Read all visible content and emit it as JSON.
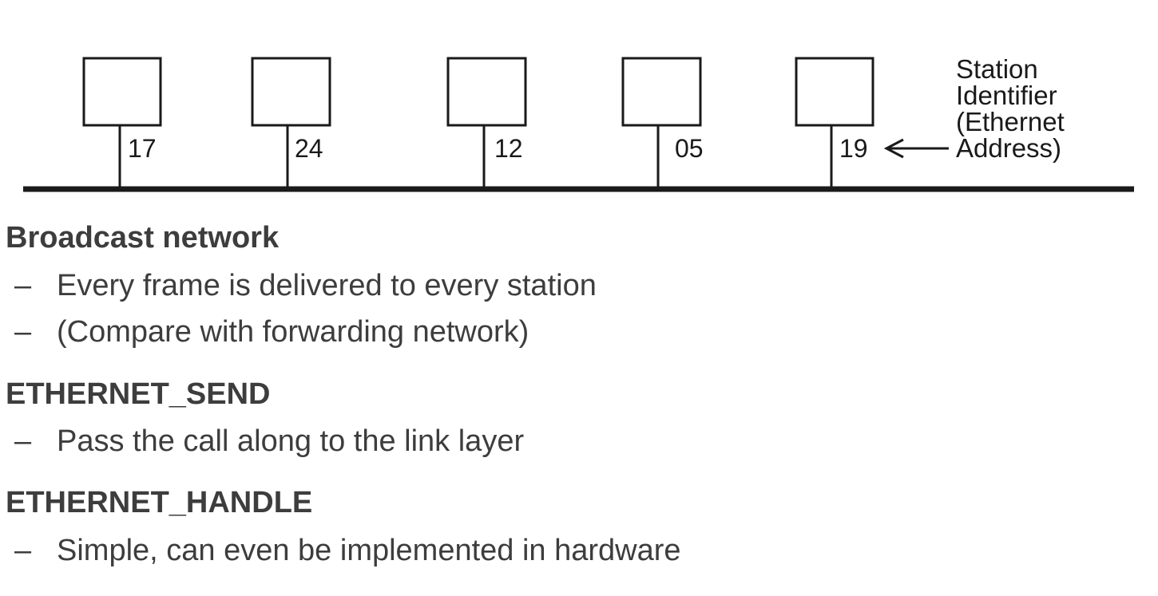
{
  "diagram": {
    "stations": [
      {
        "id": "17"
      },
      {
        "id": "24"
      },
      {
        "id": "12"
      },
      {
        "id": "05"
      },
      {
        "id": "19"
      }
    ],
    "annotation": [
      "Station",
      "Identifier",
      "(Ethernet",
      "Address)"
    ]
  },
  "notes": {
    "sections": [
      {
        "heading": "Broadcast network",
        "bullets": [
          "Every frame is delivered to every station",
          "(Compare with forwarding network)"
        ]
      },
      {
        "heading": "ETHERNET_SEND",
        "bullets": [
          "Pass the call along to the link layer"
        ]
      },
      {
        "heading": "ETHERNET_HANDLE",
        "bullets": [
          "Simple, can even be implemented in hardware"
        ]
      }
    ],
    "bullet_symbol": "–"
  }
}
